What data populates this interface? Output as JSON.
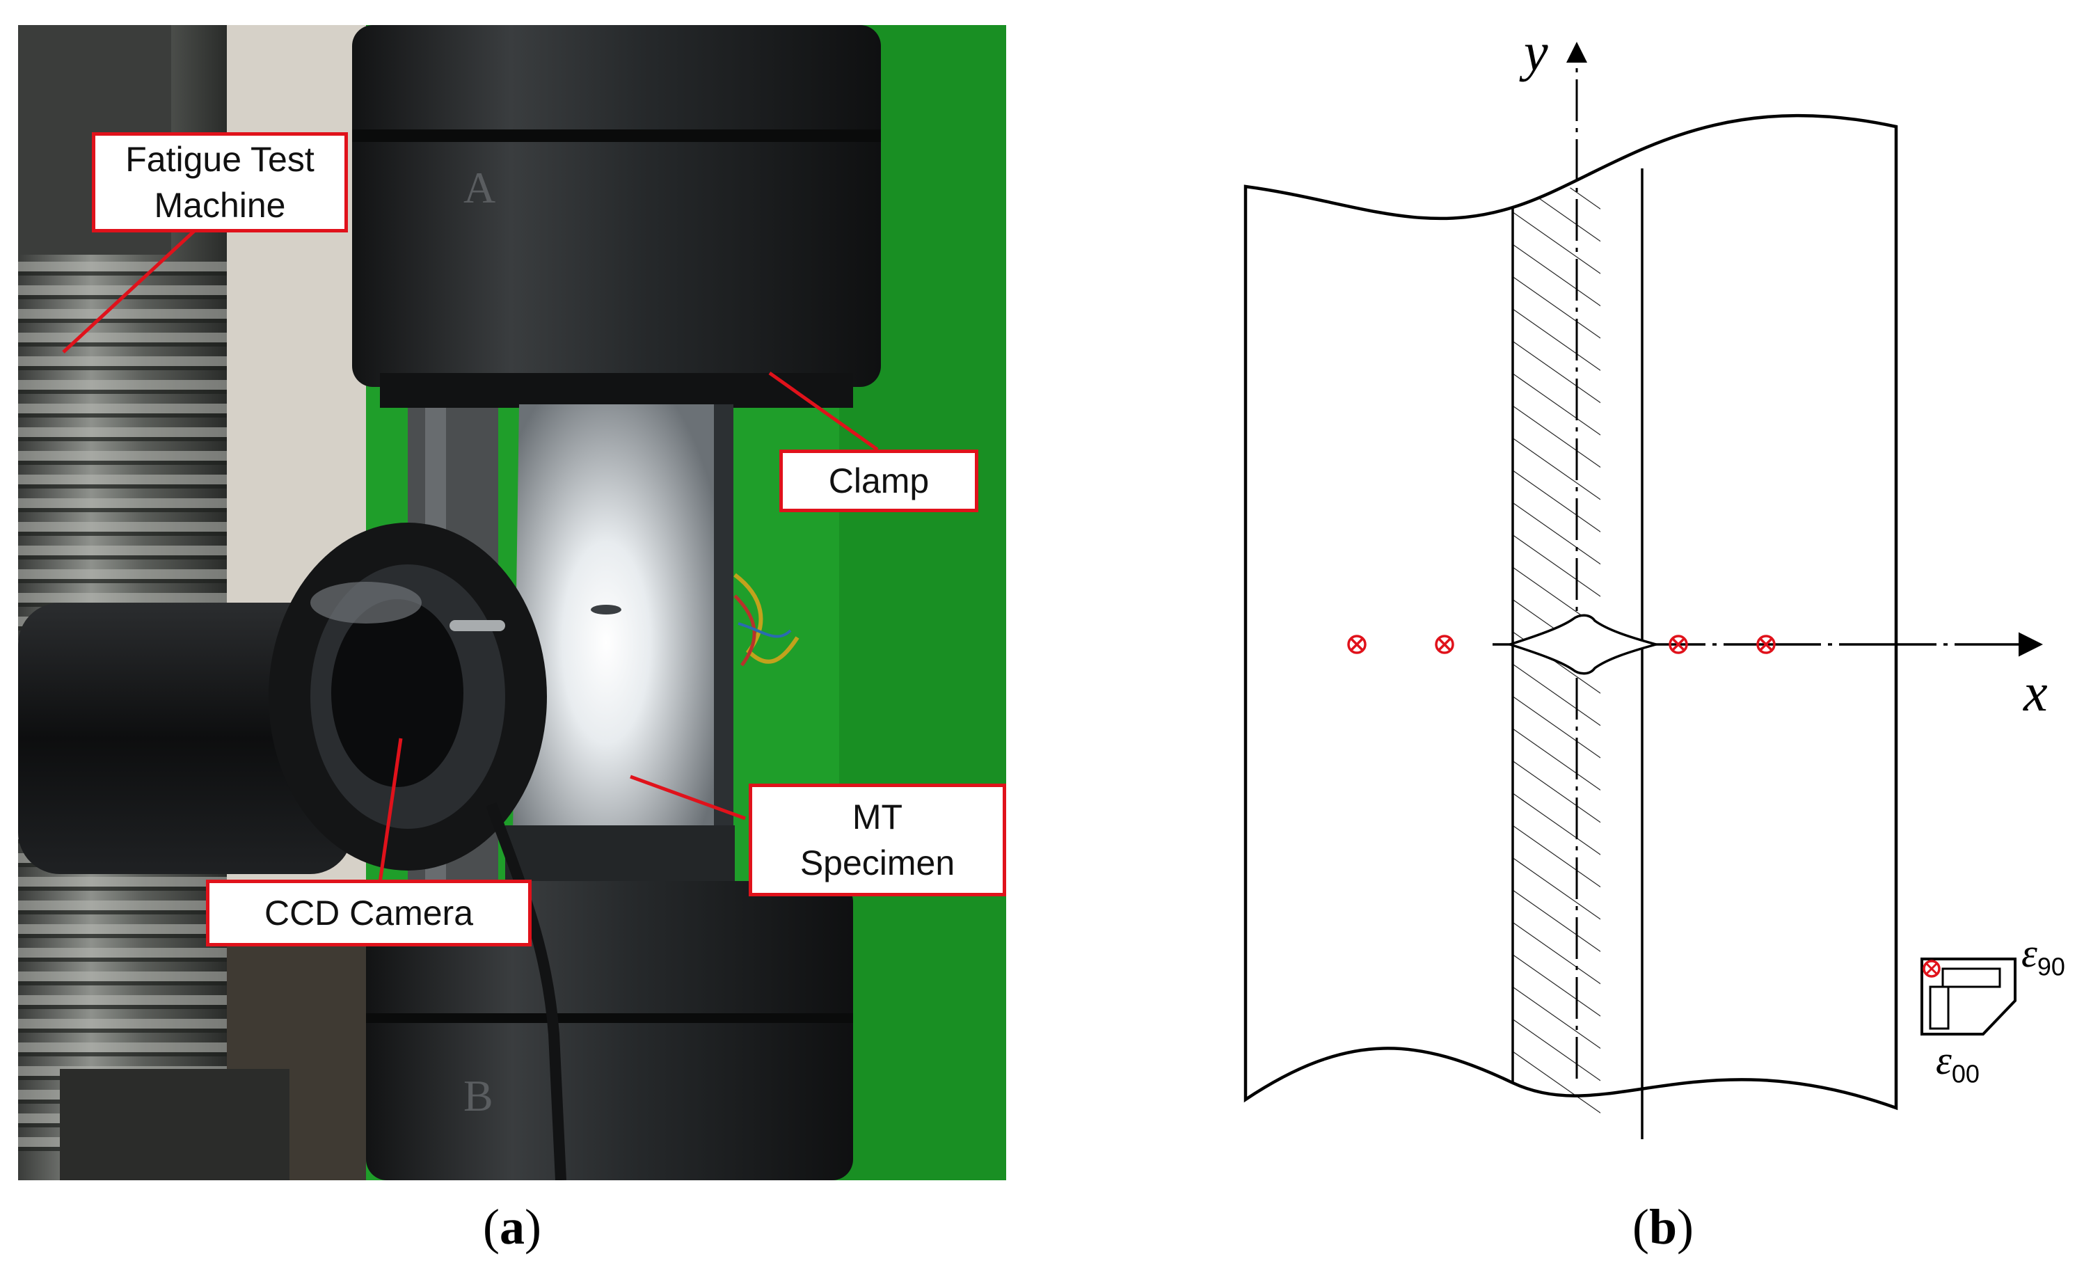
{
  "panel_a": {
    "callouts": {
      "fatigue_machine_line1": "Fatigue Test",
      "fatigue_machine_line2": "Machine",
      "clamp": "Clamp",
      "mt_specimen_line1": "MT",
      "mt_specimen_line2": "Specimen",
      "ccd_camera": "CCD Camera"
    },
    "caption_open": "(",
    "caption_letter": "a",
    "caption_close": ")",
    "clamp_marks": {
      "upper": "A",
      "lower": "B"
    }
  },
  "panel_b": {
    "axis_x": "x",
    "axis_y": "y",
    "gauge_labels": {
      "e90_symbol": "ε",
      "e90_sub": "90",
      "e00_symbol": "ε",
      "e00_sub": "00"
    },
    "caption_open": "(",
    "caption_letter": "b",
    "caption_close": ")"
  },
  "colors": {
    "callout_border": "#e0121b",
    "marker": "#e0121b",
    "background_green": "#1f9e2a",
    "machine_dark": "#1c1e1f"
  },
  "icons": {
    "measurement_point": "circle-x-marker-icon",
    "strain_gauge": "strain-rosette-icon"
  }
}
